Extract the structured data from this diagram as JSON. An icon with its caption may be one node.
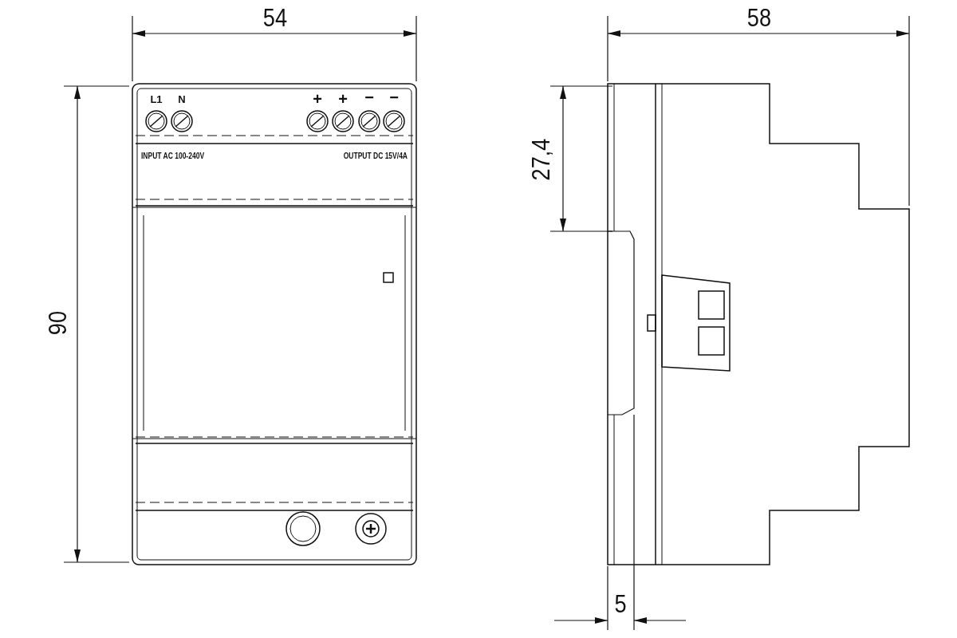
{
  "diagram": {
    "labels": [
      "54",
      "58",
      "L1",
      "N",
      "+",
      "+",
      "−",
      "−",
      "27,4",
      "INPUT AC 100-240V",
      "OUTPUT DC 15V/4A",
      "90",
      "5"
    ]
  }
}
